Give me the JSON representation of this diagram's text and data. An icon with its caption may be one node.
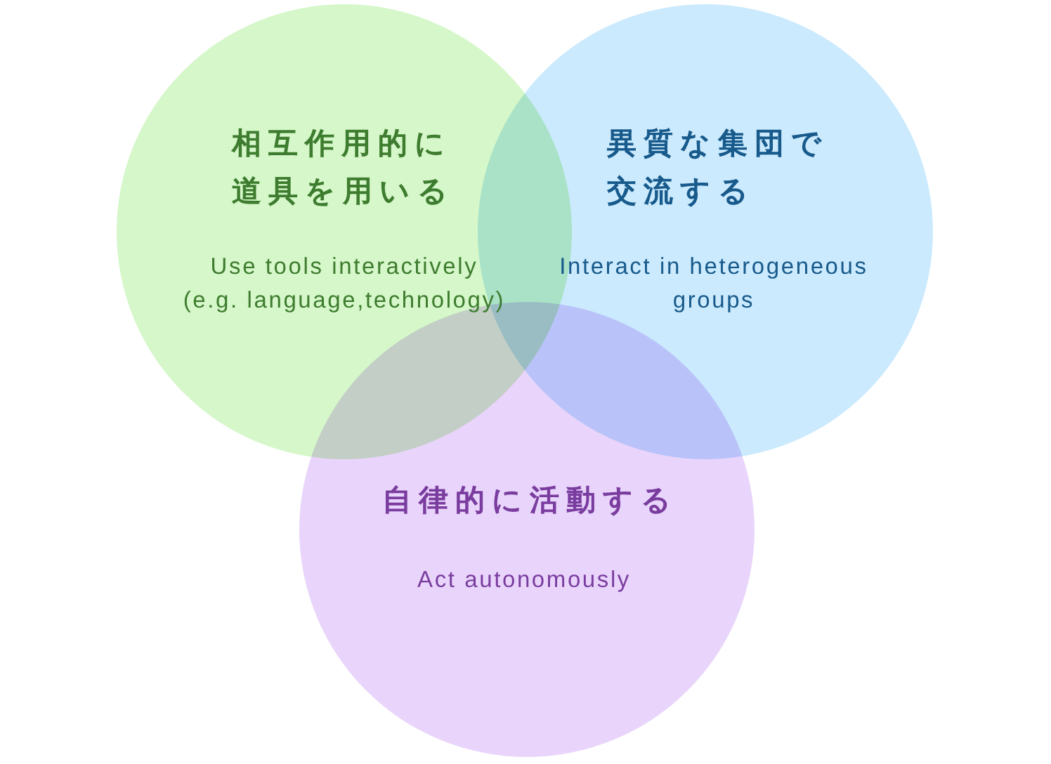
{
  "diagram": {
    "nodes": [
      {
        "text": [
          "相互作用的に道具を用いる",
          "Use tools interactively (e.g. language,technology)"
        ]
      },
      {
        "text": [
          "異質な集団で交流する",
          "Interact in heterogeneous groups"
        ]
      },
      {
        "text": [
          "自律的に活動する",
          "Act autonomously"
        ]
      }
    ]
  }
}
